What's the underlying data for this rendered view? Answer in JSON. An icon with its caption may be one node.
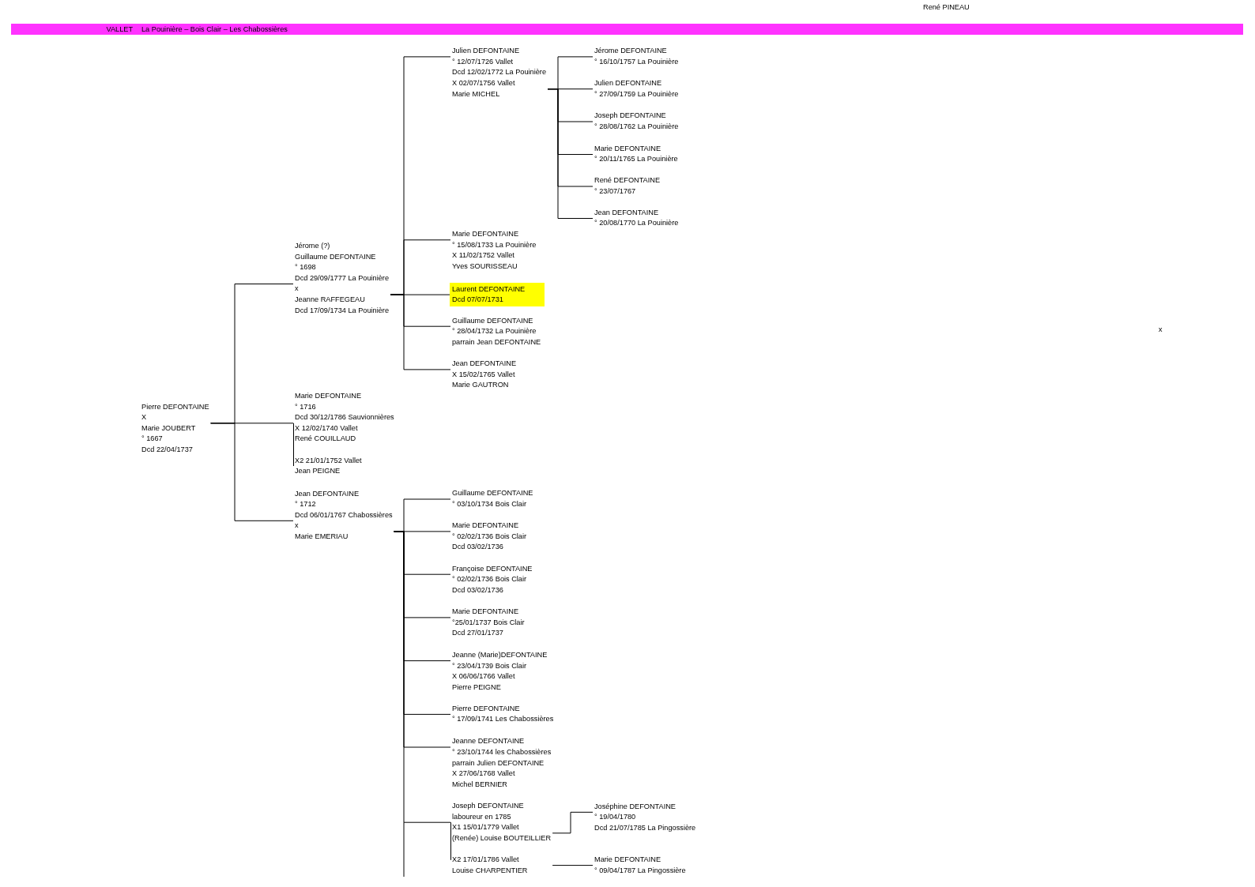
{
  "diagram": {
    "nodes": [
      {
        "text": [
          "VALLET",
          "La Pouinière – Bois Clair – Les Chabossières"
        ]
      },
      {
        "text": [
          "Pierre DEFONTAINE",
          "X",
          "Marie JOUBERT",
          "° 1667",
          "Dcd 22/04/1737"
        ]
      },
      {
        "text": [
          "Jérome (?)",
          "Guillaume DEFONTAINE",
          "° 1698",
          "Dcd 29/09/1777 La Pouinière",
          "x",
          "Jeanne RAFFEGEAU",
          "Dcd 17/09/1734 La Pouinière"
        ]
      },
      {
        "text": [
          "Marie DEFONTAINE",
          "° 1716",
          "Dcd 30/12/1786 Sauvionnières",
          "X 12/02/1740 Vallet",
          "René COUILLAUD",
          "X2 21/01/1752 Vallet",
          "Jean PEIGNE"
        ]
      },
      {
        "text": [
          "Jean DEFONTAINE",
          "° 1712",
          "Dcd 06/01/1767 Chabossières",
          "x",
          "Marie EMERIAU"
        ]
      },
      {
        "text": [
          "Julien DEFONTAINE",
          "° 12/07/1726 Vallet",
          "Dcd 12/02/1772 La Pouinière",
          "X 02/07/1756 Vallet",
          "Marie MICHEL"
        ]
      },
      {
        "text": [
          "Jérome DEFONTAINE",
          "° 16/10/1757 La Pouinière"
        ]
      },
      {
        "text": [
          "Julien DEFONTAINE",
          "° 27/09/1759 La Pouinière"
        ]
      },
      {
        "text": [
          "Joseph DEFONTAINE",
          "° 28/08/1762 La Pouinière"
        ]
      },
      {
        "text": [
          "Marie DEFONTAINE",
          "° 20/11/1765 La Pouinière"
        ]
      },
      {
        "text": [
          "René DEFONTAINE",
          "° 23/07/1767"
        ]
      },
      {
        "text": [
          "Jean DEFONTAINE",
          "° 20/08/1770 La Pouinière"
        ]
      },
      {
        "text": [
          "Marie DEFONTAINE",
          "° 15/08/1733 La Pouinière",
          "X 11/02/1752 Vallet",
          "Yves SOURISSEAU"
        ]
      },
      {
        "text": [
          "Laurent DEFONTAINE",
          "Dcd 07/07/1731"
        ]
      },
      {
        "text": [
          "Guillaume DEFONTAINE",
          "° 28/04/1732 La Pouinière",
          "parrain Jean DEFONTAINE"
        ]
      },
      {
        "text": [
          "Jean DEFONTAINE",
          "X 15/02/1765 Vallet",
          "Marie GAUTRON"
        ]
      },
      {
        "text": [
          "Guillaume DEFONTAINE",
          "° 03/10/1734 Bois Clair"
        ]
      },
      {
        "text": [
          "Marie DEFONTAINE",
          "° 02/02/1736 Bois Clair",
          "Dcd 03/02/1736"
        ]
      },
      {
        "text": [
          "Françoise DEFONTAINE",
          "° 02/02/1736 Bois Clair",
          "Dcd 03/02/1736"
        ]
      },
      {
        "text": [
          "Marie DEFONTAINE",
          "°25/01/1737 Bois Clair",
          "Dcd 27/01/1737"
        ]
      },
      {
        "text": [
          "Jeanne (Marie)DEFONTAINE",
          "° 23/04/1739 Bois Clair",
          "X 06/06/1766 Vallet",
          "Pierre PEIGNE"
        ]
      },
      {
        "text": [
          "Pierre DEFONTAINE",
          "° 17/09/1741 Les Chabossières"
        ]
      },
      {
        "text": [
          "Jeanne DEFONTAINE",
          "° 23/10/1744 les Chabossières",
          "parrain Julien DEFONTAINE",
          "X 27/06/1768 Vallet",
          "Michel BERNIER"
        ]
      },
      {
        "text": [
          "Joseph DEFONTAINE",
          "laboureur en 1785",
          "X1 15/01/1779 Vallet",
          "(Renée) Louise BOUTEILLIER",
          "X2 17/01/1786 Vallet",
          "Louise CHARPENTIER"
        ]
      },
      {
        "text": [
          "Joséphine DEFONTAINE",
          "° 19/04/1780",
          "Dcd 21/07/1785 La Pingossière"
        ]
      },
      {
        "text": [
          "Marie DEFONTAINE",
          "° 09/04/1787 La Pingossière"
        ]
      }
    ],
    "edges": [
      {
        "from": 1,
        "to": 2,
        "arrow": "none"
      },
      {
        "from": 1,
        "to": 3,
        "arrow": "none"
      },
      {
        "from": 1,
        "to": 4,
        "arrow": "none"
      },
      {
        "from": 2,
        "to": 5,
        "arrow": "none"
      },
      {
        "from": 2,
        "to": 12,
        "arrow": "none"
      },
      {
        "from": 2,
        "to": 13,
        "arrow": "none"
      },
      {
        "from": 2,
        "to": 14,
        "arrow": "none"
      },
      {
        "from": 2,
        "to": 15,
        "arrow": "none"
      },
      {
        "from": 5,
        "to": 6,
        "arrow": "none"
      },
      {
        "from": 5,
        "to": 7,
        "arrow": "none"
      },
      {
        "from": 5,
        "to": 8,
        "arrow": "none"
      },
      {
        "from": 5,
        "to": 9,
        "arrow": "none"
      },
      {
        "from": 5,
        "to": 10,
        "arrow": "none"
      },
      {
        "from": 5,
        "to": 11,
        "arrow": "none"
      },
      {
        "from": 4,
        "to": 16,
        "arrow": "none"
      },
      {
        "from": 4,
        "to": 17,
        "arrow": "none"
      },
      {
        "from": 4,
        "to": 18,
        "arrow": "none"
      },
      {
        "from": 4,
        "to": 19,
        "arrow": "none"
      },
      {
        "from": 4,
        "to": 20,
        "arrow": "none"
      },
      {
        "from": 4,
        "to": 21,
        "arrow": "none"
      },
      {
        "from": 4,
        "to": 22,
        "arrow": "none"
      },
      {
        "from": 4,
        "to": 23,
        "arrow": "none"
      },
      {
        "from": 23,
        "to": 24,
        "arrow": "none"
      },
      {
        "from": 23,
        "to": 25,
        "arrow": "none"
      }
    ],
    "labels": [
      "René PINEAU",
      "x"
    ]
  }
}
